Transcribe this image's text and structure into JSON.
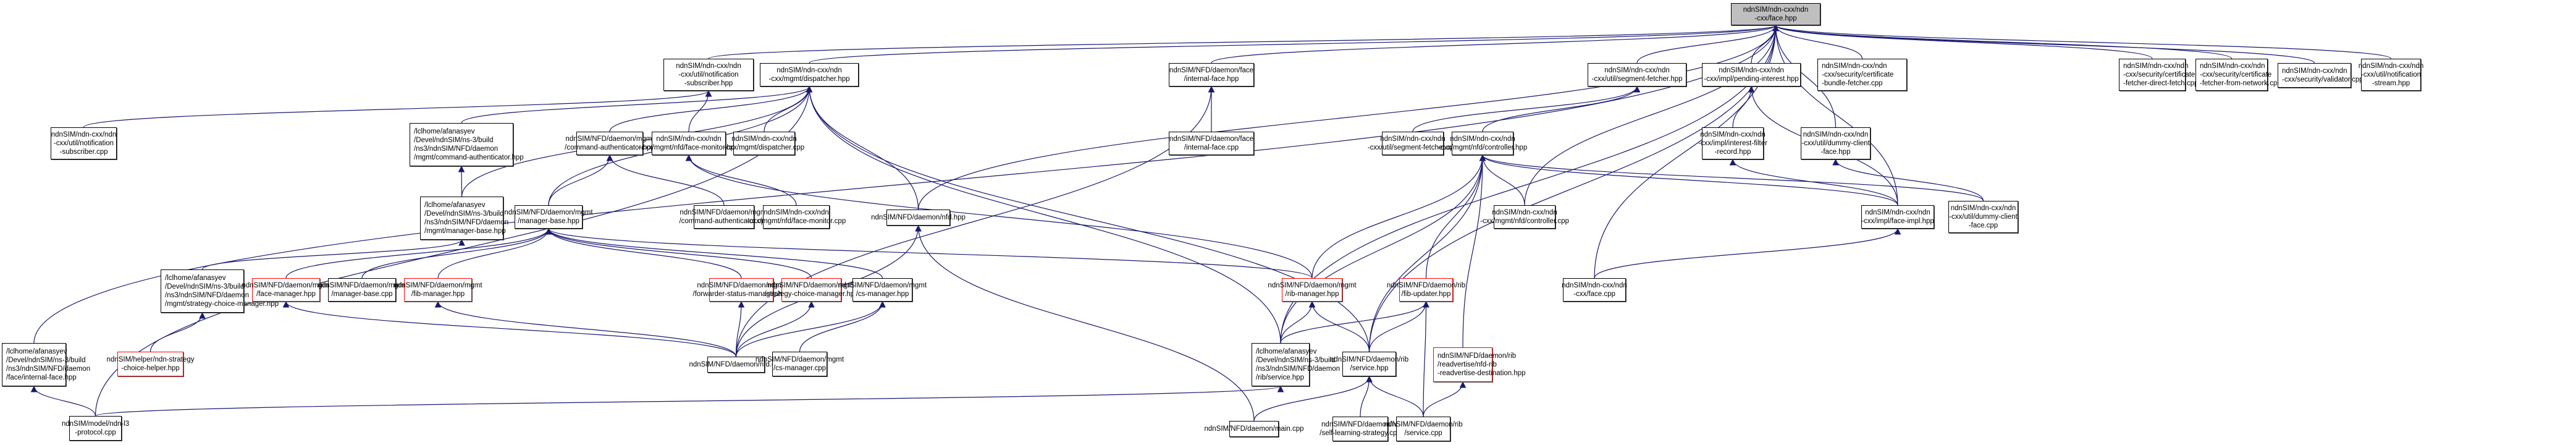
{
  "diagram": {
    "type": "include-dependency-graph",
    "edge_color": "#191970",
    "truncated_border_color": "#ff0000",
    "root_fill": "#bfbfbf",
    "root": "face",
    "nodes": {
      "face": {
        "label": "ndnSIM/ndn-cxx/ndn\n-cxx/face.hpp",
        "truncated": false
      },
      "notif_sub_hpp": {
        "label": "ndnSIM/ndn-cxx/ndn\n-cxx/util/notification\n-subscriber.hpp",
        "truncated": false
      },
      "dispatcher_hpp": {
        "label": "ndnSIM/ndn-cxx/ndn\n-cxx/mgmt/dispatcher.hpp",
        "truncated": false
      },
      "internal_face_hpp": {
        "label": "ndnSIM/NFD/daemon/face\n/internal-face.hpp",
        "truncated": false
      },
      "segfetch_hpp": {
        "label": "ndnSIM/ndn-cxx/ndn\n-cxx/util/segment-fetcher.hpp",
        "truncated": false
      },
      "pending_interest": {
        "label": "ndnSIM/ndn-cxx/ndn\n-cxx/impl/pending-interest.hpp",
        "truncated": false
      },
      "cert_bundle": {
        "label": "ndnSIM/ndn-cxx/ndn\n-cxx/security/certificate\n-bundle-fetcher.cpp",
        "truncated": false
      },
      "cert_direct": {
        "label": "ndnSIM/ndn-cxx/ndn\n-cxx/security/certificate\n-fetcher-direct-fetch.cpp",
        "truncated": false
      },
      "cert_network": {
        "label": "ndnSIM/ndn-cxx/ndn\n-cxx/security/certificate\n-fetcher-from-network.cpp",
        "truncated": false
      },
      "validator": {
        "label": "ndnSIM/ndn-cxx/ndn\n-cxx/security/validator.cpp",
        "truncated": false
      },
      "notif_stream": {
        "label": "ndnSIM/ndn-cxx/ndn\n-cxx/util/notification\n-stream.hpp",
        "truncated": false
      },
      "notif_sub_cpp": {
        "label": "ndnSIM/ndn-cxx/ndn\n-cxx/util/notification\n-subscriber.cpp",
        "truncated": false
      },
      "lcl_cmd_auth": {
        "label": "/lclhome/afanasyev\n/Devel/ndnSIM/ns-3/build\n/ns3/ndnSIM/NFD/daemon\n/mgmt/command-authenticator.hpp",
        "truncated": false
      },
      "cmd_auth_hpp": {
        "label": "ndnSIM/NFD/daemon/mgmt\n/command-authenticator.hpp",
        "truncated": false
      },
      "face_monitor_hpp": {
        "label": "ndnSIM/ndn-cxx/ndn\n-cxx/mgmt/nfd/face-monitor.hpp",
        "truncated": false
      },
      "dispatcher_cpp": {
        "label": "ndnSIM/ndn-cxx/ndn\n-cxx/mgmt/dispatcher.cpp",
        "truncated": false
      },
      "internal_face_cpp": {
        "label": "ndnSIM/NFD/daemon/face\n/internal-face.cpp",
        "truncated": false
      },
      "segfetch_cpp": {
        "label": "ndnSIM/ndn-cxx/ndn\n-cxx/util/segment-fetcher.cpp",
        "truncated": false
      },
      "controller_hpp": {
        "label": "ndnSIM/ndn-cxx/ndn\n-cxx/mgmt/nfd/controller.hpp",
        "truncated": false
      },
      "interest_filter": {
        "label": "ndnSIM/ndn-cxx/ndn\n-cxx/impl/interest-filter\n-record.hpp",
        "truncated": false
      },
      "dummy_hpp": {
        "label": "ndnSIM/ndn-cxx/ndn\n-cxx/util/dummy-client\n-face.hpp",
        "truncated": false
      },
      "lcl_mgr_base": {
        "label": "/lclhome/afanasyev\n/Devel/ndnSIM/ns-3/build\n/ns3/ndnSIM/NFD/daemon\n/mgmt/manager-base.hpp",
        "truncated": false
      },
      "mgr_base_hpp": {
        "label": "ndnSIM/NFD/daemon/mgmt\n/manager-base.hpp",
        "truncated": false
      },
      "cmd_auth_cpp": {
        "label": "ndnSIM/NFD/daemon/mgmt\n/command-authenticator.cpp",
        "truncated": false
      },
      "face_monitor_cpp": {
        "label": "ndnSIM/ndn-cxx/ndn\n-cxx/mgmt/nfd/face-monitor.cpp",
        "truncated": false
      },
      "nfd_hpp": {
        "label": "ndnSIM/NFD/daemon/nfd.hpp",
        "truncated": false
      },
      "controller_cpp": {
        "label": "ndnSIM/ndn-cxx/ndn\n-cxx/mgmt/nfd/controller.cpp",
        "truncated": false
      },
      "face_impl": {
        "label": "ndnSIM/ndn-cxx/ndn\n-cxx/impl/face-impl.hpp",
        "truncated": false
      },
      "dummy_cpp": {
        "label": "ndnSIM/ndn-cxx/ndn\n-cxx/util/dummy-client\n-face.cpp",
        "truncated": false
      },
      "lcl_sc_mgr": {
        "label": "/lclhome/afanasyev\n/Devel/ndnSIM/ns-3/build\n/ns3/ndnSIM/NFD/daemon\n/mgmt/strategy-choice-manager.hpp",
        "truncated": false
      },
      "face_mgr": {
        "label": "ndnSIM/NFD/daemon/mgmt\n/face-manager.hpp",
        "truncated": true
      },
      "mgr_base_cpp": {
        "label": "ndnSIM/NFD/daemon/mgmt\n/manager-base.cpp",
        "truncated": false
      },
      "fib_mgr": {
        "label": "ndnSIM/NFD/daemon/mgmt\n/fib-manager.hpp",
        "truncated": true
      },
      "fwd_status_mgr": {
        "label": "ndnSIM/NFD/daemon/mgmt\n/forwarder-status-manager.hpp",
        "truncated": true
      },
      "sc_mgr": {
        "label": "ndnSIM/NFD/daemon/mgmt\n/strategy-choice-manager.hpp",
        "truncated": true
      },
      "cs_mgr_hpp": {
        "label": "ndnSIM/NFD/daemon/mgmt\n/cs-manager.hpp",
        "truncated": false
      },
      "rib_mgr": {
        "label": "ndnSIM/NFD/daemon/mgmt\n/rib-manager.hpp",
        "truncated": true
      },
      "fib_updater": {
        "label": "ndnSIM/NFD/daemon/rib\n/fib-updater.hpp",
        "truncated": true
      },
      "face_cpp": {
        "label": "ndnSIM/ndn-cxx/ndn\n-cxx/face.cpp",
        "truncated": false
      },
      "sc_helper": {
        "label": "ndnSIM/helper/ndn-strategy\n-choice-helper.hpp",
        "truncated": true
      },
      "lcl_internal_face": {
        "label": "/lclhome/afanasyev\n/Devel/ndnSIM/ns-3/build\n/ns3/ndnSIM/NFD/daemon\n/face/internal-face.hpp",
        "truncated": false
      },
      "nfd_cpp": {
        "label": "ndnSIM/NFD/daemon/nfd.cpp",
        "truncated": false
      },
      "cs_mgr_cpp": {
        "label": "ndnSIM/NFD/daemon/mgmt\n/cs-manager.cpp",
        "truncated": false
      },
      "lcl_rib_service": {
        "label": "/lclhome/afanasyev\n/Devel/ndnSIM/ns-3/build\n/ns3/ndnSIM/NFD/daemon\n/rib/service.hpp",
        "truncated": false
      },
      "rib_service_hpp": {
        "label": "ndnSIM/NFD/daemon/rib\n/service.hpp",
        "truncated": false
      },
      "readvertise": {
        "label": "ndnSIM/NFD/daemon/rib\n/readvertise/nfd-rib\n-readvertise-destination.hpp",
        "truncated": true
      },
      "l3_protocol": {
        "label": "ndnSIM/model/ndn-l3\n-protocol.cpp",
        "truncated": false
      },
      "main_cpp": {
        "label": "ndnSIM/NFD/daemon/main.cpp",
        "truncated": false
      },
      "self_learning": {
        "label": "ndnSIM/NFD/daemon/fw\n/self-learning-strategy.cpp",
        "truncated": false
      },
      "rib_service_cpp": {
        "label": "ndnSIM/NFD/daemon/rib\n/service.cpp",
        "truncated": false
      }
    },
    "edges": [
      [
        "notif_sub_hpp",
        "face"
      ],
      [
        "dispatcher_hpp",
        "face"
      ],
      [
        "internal_face_hpp",
        "face"
      ],
      [
        "segfetch_hpp",
        "face"
      ],
      [
        "pending_interest",
        "face"
      ],
      [
        "cert_bundle",
        "face"
      ],
      [
        "cert_direct",
        "face"
      ],
      [
        "cert_network",
        "face"
      ],
      [
        "validator",
        "face"
      ],
      [
        "notif_stream",
        "face"
      ],
      [
        "dummy_hpp",
        "face"
      ],
      [
        "nfd_hpp",
        "face"
      ],
      [
        "controller_cpp",
        "face"
      ],
      [
        "face_impl",
        "face"
      ],
      [
        "rib_service_hpp",
        "face"
      ],
      [
        "face_cpp",
        "face"
      ],
      [
        "lcl_internal_face",
        "face"
      ],
      [
        "lcl_rib_service",
        "face"
      ],
      [
        "notif_sub_cpp",
        "notif_sub_hpp"
      ],
      [
        "face_monitor_hpp",
        "notif_sub_hpp"
      ],
      [
        "dispatcher_cpp",
        "dispatcher_hpp"
      ],
      [
        "cmd_auth_hpp",
        "dispatcher_hpp"
      ],
      [
        "lcl_cmd_auth",
        "dispatcher_hpp"
      ],
      [
        "mgr_base_hpp",
        "dispatcher_hpp"
      ],
      [
        "lcl_mgr_base",
        "dispatcher_hpp"
      ],
      [
        "nfd_hpp",
        "dispatcher_hpp"
      ],
      [
        "l3_protocol",
        "dispatcher_hpp"
      ],
      [
        "rib_service_hpp",
        "dispatcher_hpp"
      ],
      [
        "lcl_rib_service",
        "dispatcher_hpp"
      ],
      [
        "internal_face_cpp",
        "internal_face_hpp"
      ],
      [
        "nfd_cpp",
        "internal_face_hpp"
      ],
      [
        "segfetch_cpp",
        "segfetch_hpp"
      ],
      [
        "controller_hpp",
        "segfetch_hpp"
      ],
      [
        "interest_filter",
        "pending_interest"
      ],
      [
        "face_impl",
        "pending_interest"
      ],
      [
        "dummy_cpp",
        "dummy_hpp"
      ],
      [
        "lcl_mgr_base",
        "lcl_cmd_auth"
      ],
      [
        "mgr_base_hpp",
        "cmd_auth_hpp"
      ],
      [
        "cmd_auth_cpp",
        "cmd_auth_hpp"
      ],
      [
        "face_monitor_cpp",
        "face_monitor_hpp"
      ],
      [
        "rib_mgr",
        "face_monitor_hpp"
      ],
      [
        "controller_cpp",
        "controller_hpp"
      ],
      [
        "face_impl",
        "controller_hpp"
      ],
      [
        "dummy_cpp",
        "controller_hpp"
      ],
      [
        "rib_mgr",
        "controller_hpp"
      ],
      [
        "fib_updater",
        "controller_hpp"
      ],
      [
        "lcl_rib_service",
        "controller_hpp"
      ],
      [
        "rib_service_hpp",
        "controller_hpp"
      ],
      [
        "readvertise",
        "controller_hpp"
      ],
      [
        "face_impl",
        "interest_filter"
      ],
      [
        "face_cpp",
        "face_impl"
      ],
      [
        "lcl_sc_mgr",
        "lcl_mgr_base"
      ],
      [
        "sc_helper",
        "lcl_sc_mgr"
      ],
      [
        "face_mgr",
        "mgr_base_hpp"
      ],
      [
        "mgr_base_cpp",
        "mgr_base_hpp"
      ],
      [
        "fib_mgr",
        "mgr_base_hpp"
      ],
      [
        "fwd_status_mgr",
        "mgr_base_hpp"
      ],
      [
        "sc_mgr",
        "mgr_base_hpp"
      ],
      [
        "cs_mgr_hpp",
        "mgr_base_hpp"
      ],
      [
        "rib_mgr",
        "mgr_base_hpp"
      ],
      [
        "nfd_cpp",
        "face_mgr"
      ],
      [
        "nfd_cpp",
        "fib_mgr"
      ],
      [
        "nfd_cpp",
        "fwd_status_mgr"
      ],
      [
        "nfd_cpp",
        "sc_mgr"
      ],
      [
        "nfd_cpp",
        "cs_mgr_hpp"
      ],
      [
        "cs_mgr_cpp",
        "cs_mgr_hpp"
      ],
      [
        "nfd_cpp",
        "nfd_hpp"
      ],
      [
        "main_cpp",
        "nfd_hpp"
      ],
      [
        "lcl_rib_service",
        "rib_mgr"
      ],
      [
        "rib_service_hpp",
        "rib_mgr"
      ],
      [
        "lcl_rib_service",
        "fib_updater"
      ],
      [
        "rib_service_hpp",
        "fib_updater"
      ],
      [
        "rib_service_cpp",
        "fib_updater"
      ],
      [
        "l3_protocol",
        "lcl_internal_face"
      ],
      [
        "l3_protocol",
        "lcl_rib_service"
      ],
      [
        "main_cpp",
        "rib_service_hpp"
      ],
      [
        "self_learning",
        "rib_service_hpp"
      ],
      [
        "rib_service_cpp",
        "rib_service_hpp"
      ],
      [
        "rib_service_cpp",
        "readvertise"
      ]
    ]
  }
}
